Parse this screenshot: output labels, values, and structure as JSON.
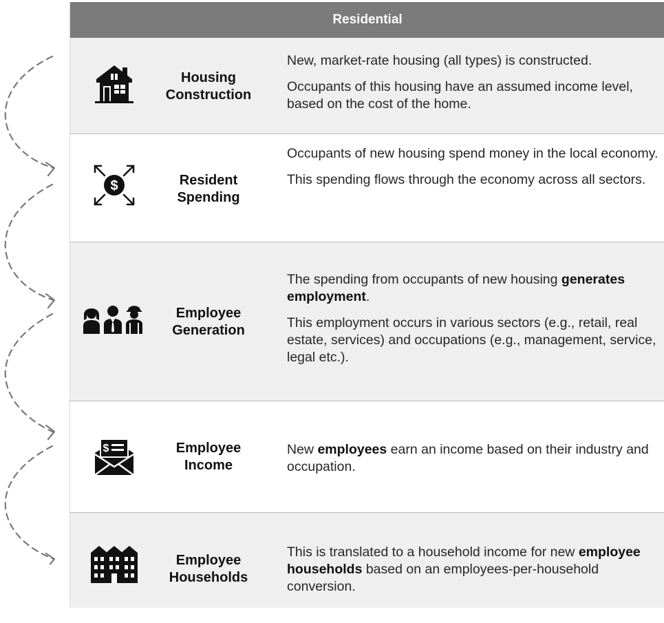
{
  "header": {
    "title": "Residential"
  },
  "rows": [
    {
      "label_line1": "Housing",
      "label_line2": "Construction",
      "icon": "house-icon",
      "p1": "New, market-rate housing (all types) is constructed.",
      "p2": "Occupants of this housing have an assumed income level, based on the cost of the home."
    },
    {
      "label_line1": "Resident",
      "label_line2": "Spending",
      "icon": "dollar-expand-icon",
      "p1": "Occupants of new housing spend money in the local economy.",
      "p2": "This spending flows through the economy across all sectors."
    },
    {
      "label_line1": "Employee",
      "label_line2": "Generation",
      "icon": "workers-icon",
      "p1_a": "The spending from occupants of new housing ",
      "p1_bold": "generates employment",
      "p1_b": ".",
      "p2": "This employment occurs in various sectors (e.g., retail, real estate, services) and occupations (e.g., management, service, legal etc.)."
    },
    {
      "label_line1": "Employee",
      "label_line2": "Income",
      "icon": "money-envelope-icon",
      "p1_a": "New ",
      "p1_bold": "employees",
      "p1_b": " earn an income based on their industry and occupation."
    },
    {
      "label_line1": "Employee",
      "label_line2": "Households",
      "icon": "buildings-icon",
      "p1_a": "This is translated to a household income for new ",
      "p1_bold": "employee households",
      "p1_b": " based on an employees-per-household conversion."
    }
  ]
}
